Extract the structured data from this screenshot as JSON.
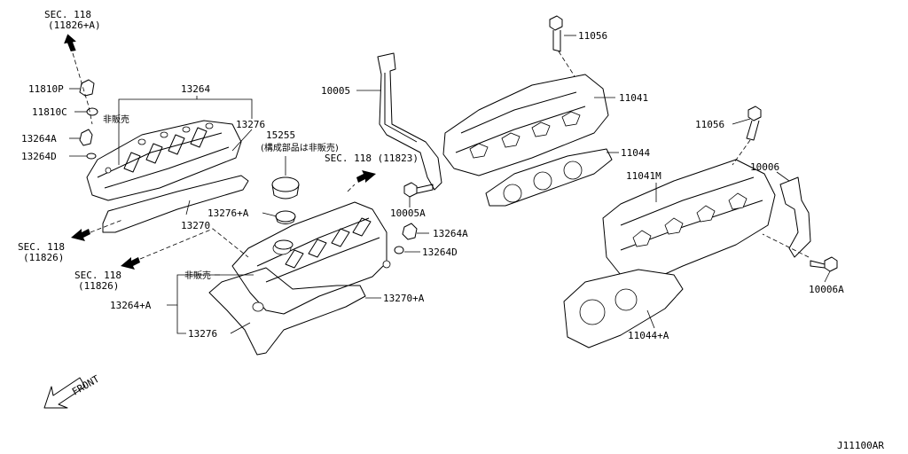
{
  "labels": {
    "sec118_top": "SEC. 118",
    "sec118_top_sub": "(11826+A)",
    "p11810P": "11810P",
    "p11810C": "11810C",
    "p13264A_left": "13264A",
    "p13264D_left": "13264D",
    "p13264": "13264",
    "hihanbai_1": "非販売",
    "p13276_top": "13276",
    "p15255": "15255",
    "p15255_note": "(構成部品は非販売)",
    "sec118_mid": "SEC. 118 (11823)",
    "p13276A": "13276+A",
    "p13270": "13270",
    "sec118_left1": "SEC. 118",
    "sec118_left1_sub": "(11826)",
    "sec118_left2": "SEC. 118",
    "sec118_left2_sub": "(11826)",
    "hihanbai_2": "非販売",
    "p13264A_plus": "13264+A",
    "p13276_bottom": "13276",
    "p13270A": "13270+A",
    "p13264A_right": "13264A",
    "p13264D_right": "13264D",
    "p10005": "10005",
    "p10005A": "10005A",
    "p11056_top": "11056",
    "p11041": "11041",
    "p11044": "11044",
    "p11056_right": "11056",
    "p11041M": "11041M",
    "p10006": "10006",
    "p10006A": "10006A",
    "p11044A": "11044+A",
    "front": "FRONT",
    "diagram_id": "J11100AR"
  },
  "colors": {
    "line": "#000000",
    "background": "#ffffff"
  }
}
